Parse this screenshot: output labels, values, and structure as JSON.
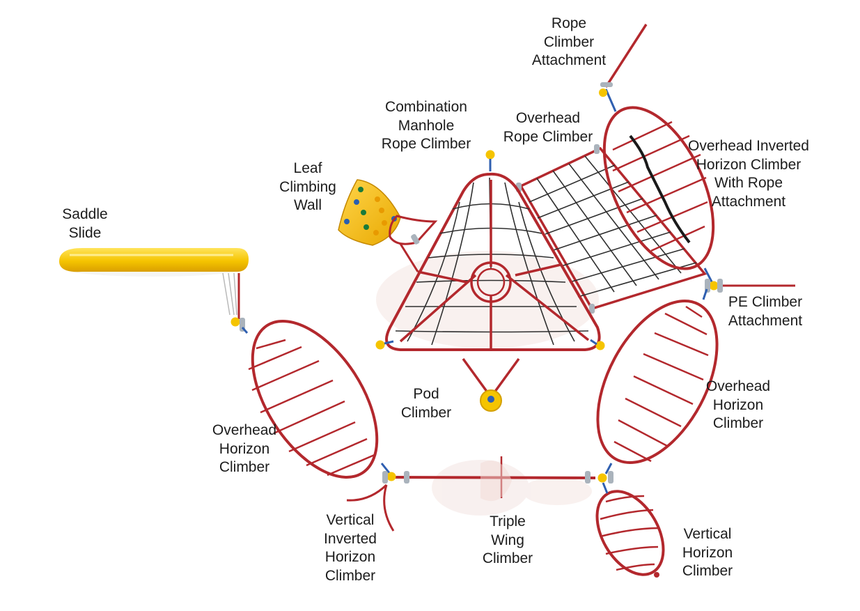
{
  "labels": {
    "rope_climber_attachment": "Rope\nClimber\nAttachment",
    "combination_manhole_rope_climber": "Combination\nManhole\nRope Climber",
    "overhead_rope_climber": "Overhead\nRope Climber",
    "overhead_inverted_horizon_climber": "Overhead Inverted\nHorizon Climber\nWith Rope\nAttachment",
    "leaf_climbing_wall": "Leaf\nClimbing\nWall",
    "saddle_slide": "Saddle\nSlide",
    "pe_climber_attachment": "PE Climber\nAttachment",
    "pod_climber": "Pod\nClimber",
    "overhead_horizon_climber_left": "Overhead\nHorizon\nClimber",
    "overhead_horizon_climber_right": "Overhead\nHorizon\nClimber",
    "vertical_inverted_horizon_climber": "Vertical\nInverted\nHorizon\nClimber",
    "triple_wing_climber": "Triple\nWing\nClimber",
    "vertical_horizon_climber": "Vertical\nHorizon\nClimber"
  },
  "colors": {
    "frame": "#b3282d",
    "net": "#2f2f2f",
    "yellow": "#f5c400",
    "clamp": "#aab3bc",
    "connector": "#2f5fb0",
    "label": "#1c1c1c"
  }
}
